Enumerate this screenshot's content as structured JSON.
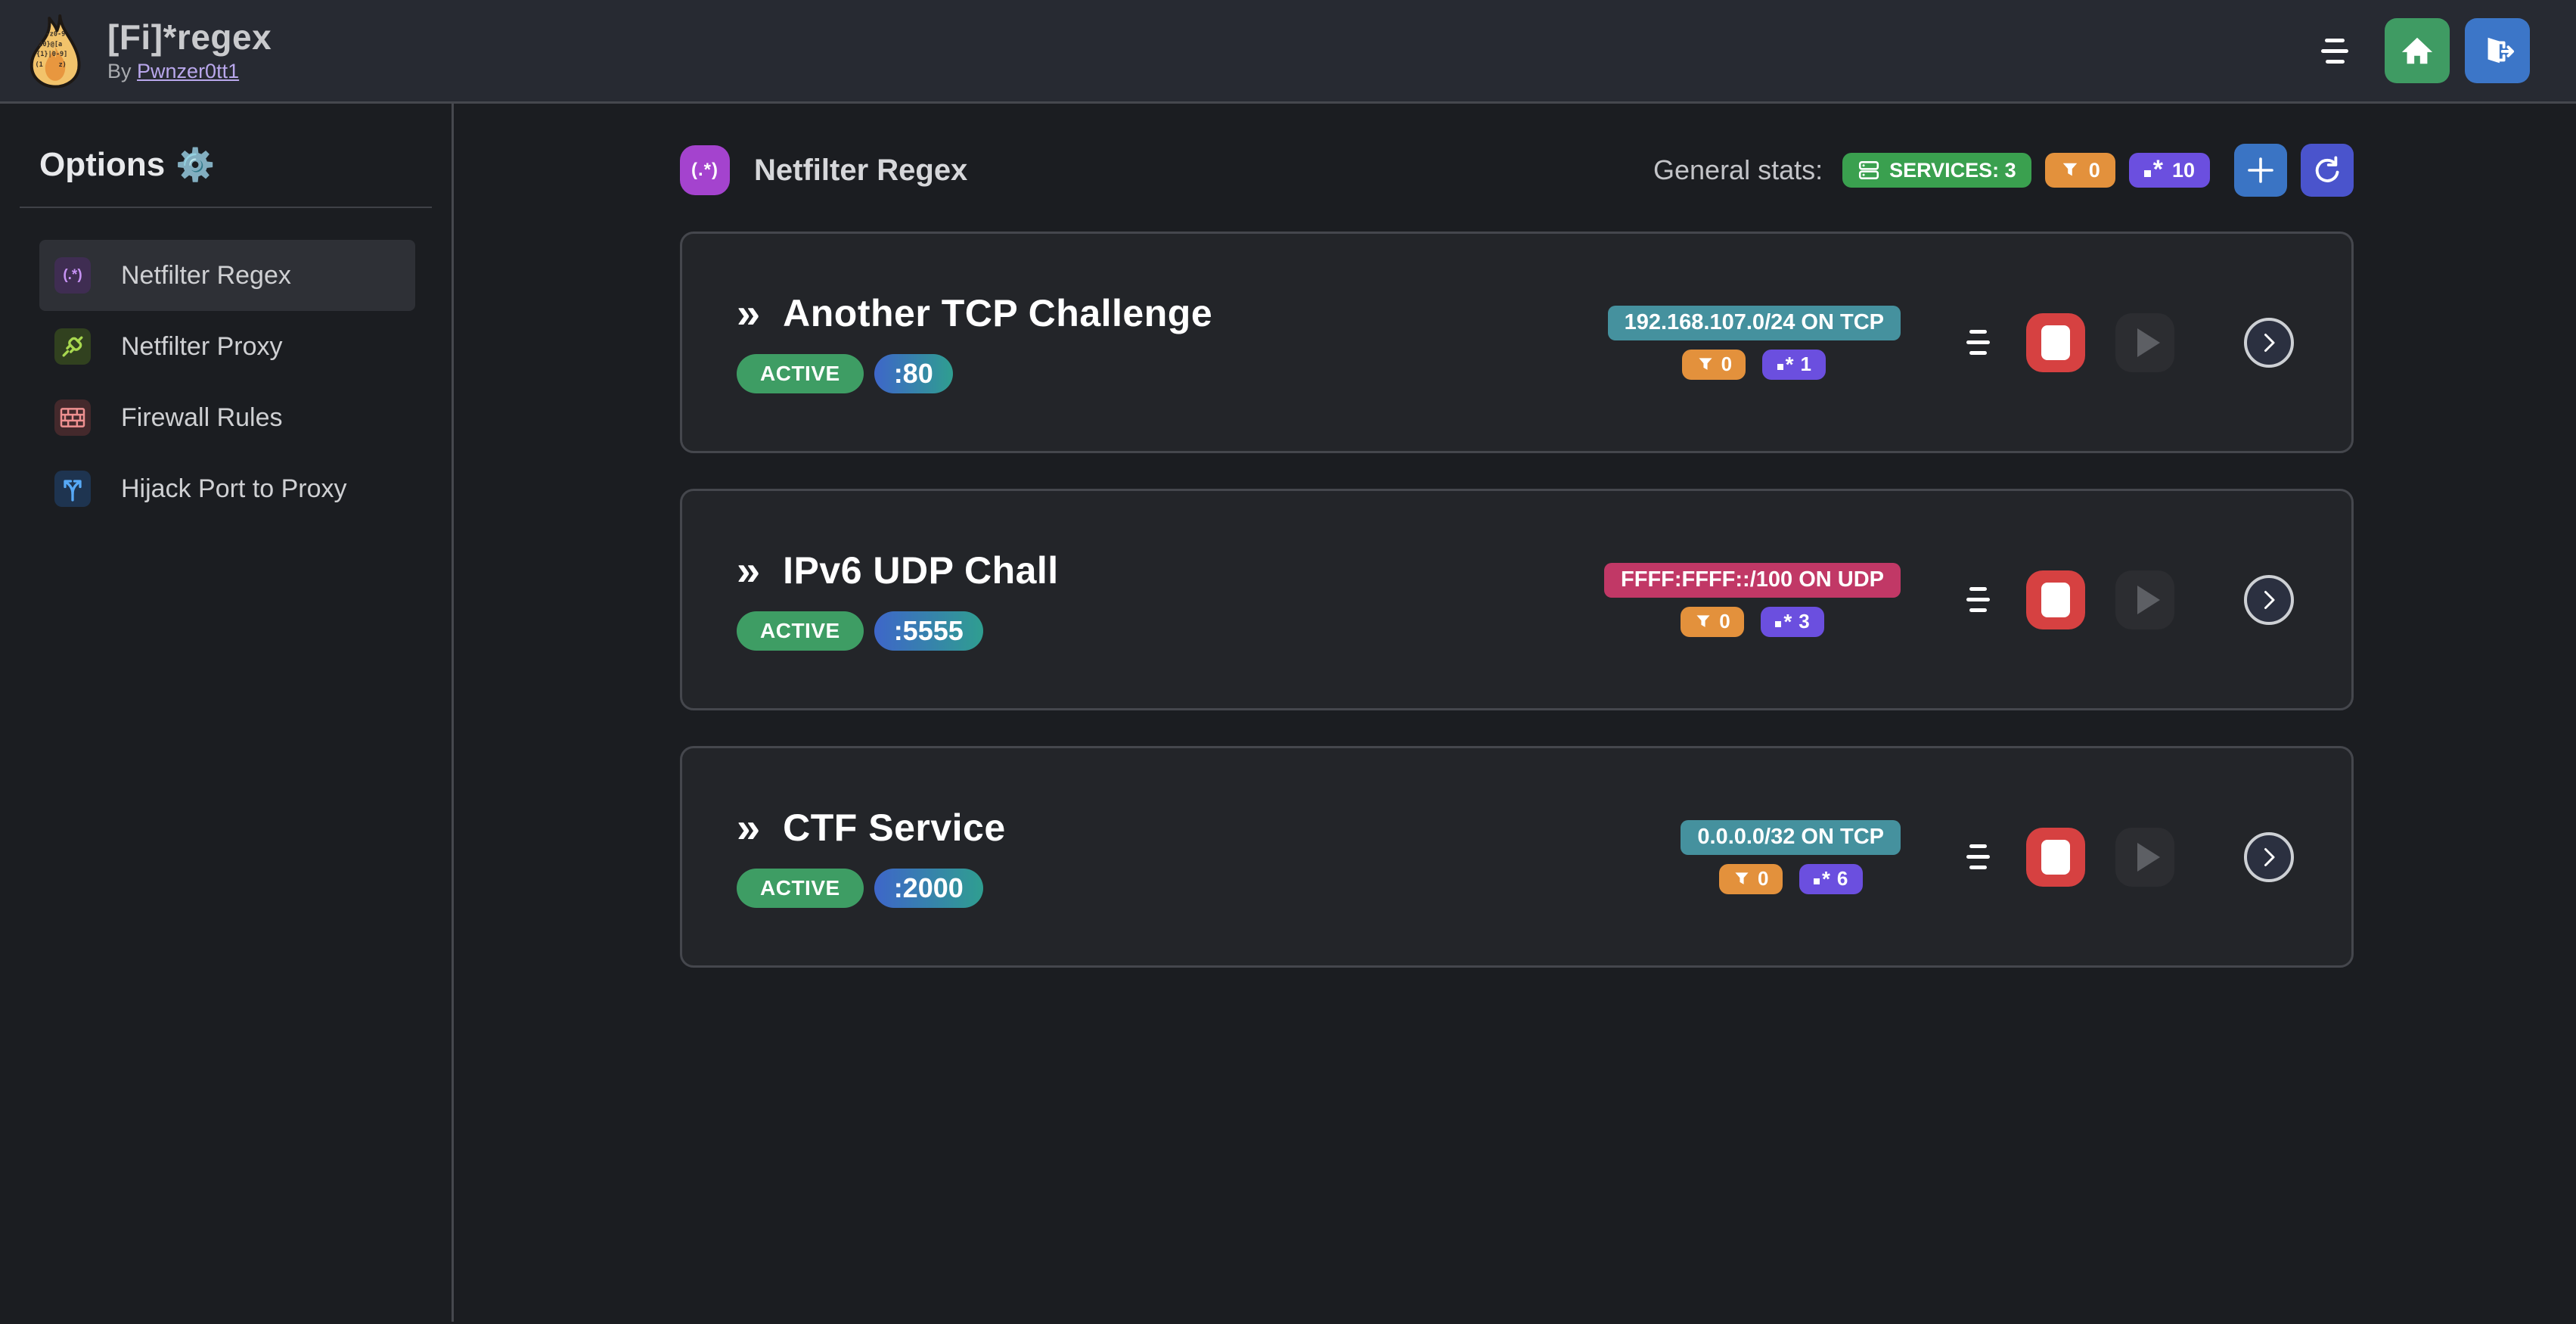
{
  "header": {
    "app_title": "[Fi]*regex",
    "byline_prefix": "By",
    "byline_author": "Pwnzer0tt1"
  },
  "icons": {
    "chevrons_right": "»",
    "asterisk": "*",
    "gear": "⚙️",
    "regex_glyph": "(.*)"
  },
  "sidebar": {
    "heading": "Options",
    "items": [
      {
        "label": "Netfilter Regex",
        "icon": "regex-icon",
        "active": true
      },
      {
        "label": "Netfilter Proxy",
        "icon": "plug-icon",
        "active": false
      },
      {
        "label": "Firewall Rules",
        "icon": "bricks-icon",
        "active": false
      },
      {
        "label": "Hijack Port to Proxy",
        "icon": "split-arrows-icon",
        "active": false
      }
    ]
  },
  "main": {
    "section_icon_glyph": "(.*)",
    "section_title": "Netfilter Regex",
    "stats_label": "General stats:",
    "stats": {
      "services": "SERVICES: 3",
      "filters": "0",
      "regexes": "10"
    }
  },
  "services": [
    {
      "name": "Another TCP Challenge",
      "status": "ACTIVE",
      "port": ":80",
      "address": "192.168.107.0/24 ON TCP",
      "filters": "0",
      "regexes": "1",
      "address_color": "teal"
    },
    {
      "name": "IPv6 UDP Chall",
      "status": "ACTIVE",
      "port": ":5555",
      "address": "FFFF:FFFF::/100 ON UDP",
      "filters": "0",
      "regexes": "3",
      "address_color": "pink"
    },
    {
      "name": "CTF Service",
      "status": "ACTIVE",
      "port": ":2000",
      "address": "0.0.0.0/32 ON TCP",
      "filters": "0",
      "regexes": "6",
      "address_color": "teal"
    }
  ],
  "colors": {
    "teal": "#45919e",
    "pink": "#c13866",
    "green_badge": "#3e9d64",
    "orange_badge": "#e3913c",
    "violet_badge": "#6b4fdf",
    "services_badge": "#3aa04f",
    "stop_red": "#d64141",
    "home_green": "#3f9b63",
    "logout_blue": "#3c76c8",
    "plus_blue": "#3a74c4",
    "refresh_indigo": "#4a54cc",
    "section_purple": "#a443ce",
    "port_gradient_from": "#3e66c9",
    "port_gradient_to": "#2f9e90"
  }
}
